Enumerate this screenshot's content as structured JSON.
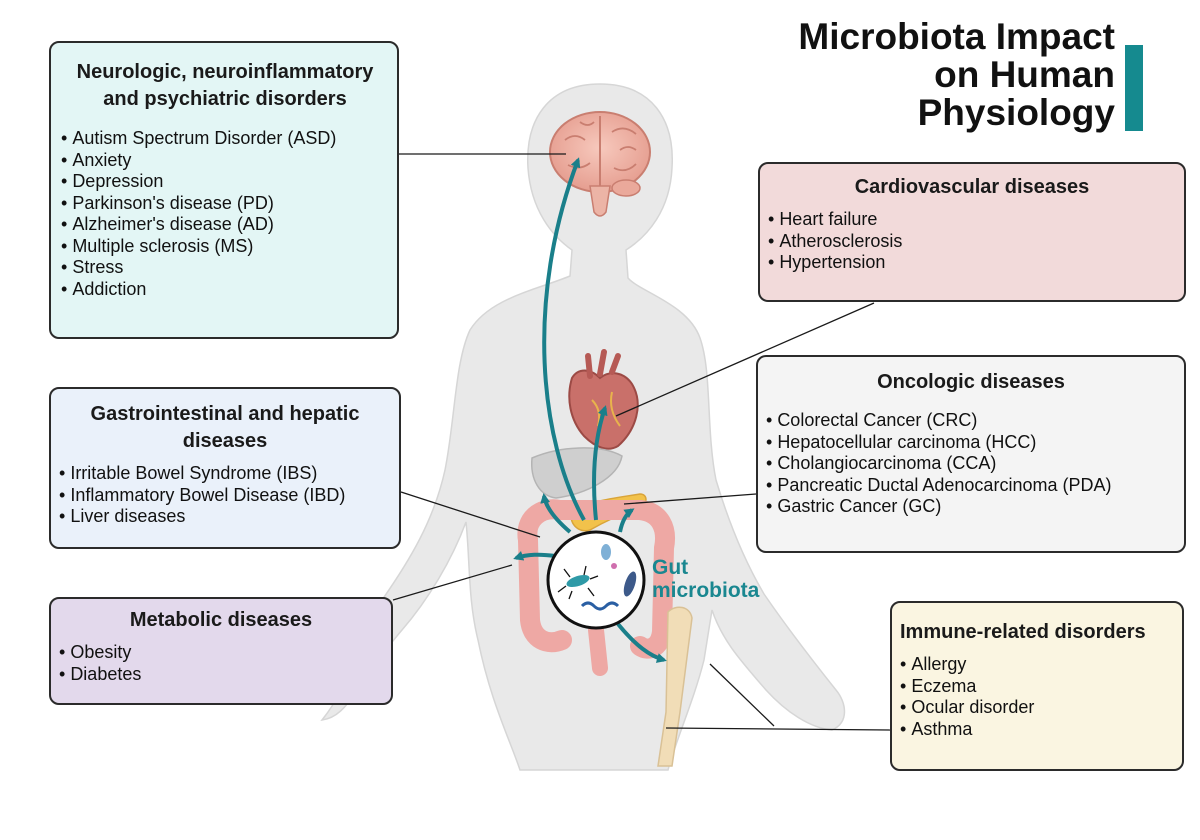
{
  "title": {
    "line1": "Microbiota Impact",
    "line2": "on Human",
    "line3": "Physiology",
    "accent_color": "#158a8f"
  },
  "gut_label": {
    "line1": "Gut",
    "line2": "microbiota",
    "color": "#1a8790"
  },
  "figure": {
    "silhouette": "female-body-silhouette",
    "organs": [
      "brain",
      "heart",
      "liver",
      "pancreas",
      "intestines",
      "bone"
    ],
    "microbe_icon": "bacteria-circle-icon",
    "arrow_color": "#1a7f8a"
  },
  "boxes": {
    "neuro": {
      "title_line1": "Neurologic, neuroinflammatory",
      "title_line2": "and psychiatric disorders",
      "color": "#e3f6f5",
      "items": [
        "Autism Spectrum Disorder (ASD)",
        "Anxiety",
        "Depression",
        "Parkinson's disease (PD)",
        "Alzheimer's disease (AD)",
        "Multiple sclerosis (MS)",
        "Stress",
        "Addiction"
      ]
    },
    "cardio": {
      "title": "Cardiovascular diseases",
      "color": "#f2dada",
      "items": [
        "Heart failure",
        "Atherosclerosis",
        "Hypertension"
      ]
    },
    "onco": {
      "title": "Oncologic diseases",
      "color": "#f4f4f4",
      "items": [
        "Colorectal Cancer (CRC)",
        "Hepatocellular carcinoma (HCC)",
        "Cholangiocarcinoma (CCA)",
        "Pancreatic Ductal Adenocarcinoma (PDA)",
        "Gastric Cancer (GC)"
      ]
    },
    "gi": {
      "title_line1": "Gastrointestinal and hepatic",
      "title_line2": "diseases",
      "color": "#eaf1fa",
      "items": [
        "Irritable Bowel Syndrome (IBS)",
        "Inflammatory Bowel Disease (IBD)",
        "Liver diseases"
      ]
    },
    "meta": {
      "title": "Metabolic diseases",
      "color": "#e3d9ec",
      "items": [
        "Obesity",
        "Diabetes"
      ]
    },
    "immune": {
      "title": "Immune-related disorders",
      "color": "#faf5e1",
      "items": [
        "Allergy",
        "Eczema",
        "Ocular disorder",
        "Asthma"
      ]
    }
  }
}
